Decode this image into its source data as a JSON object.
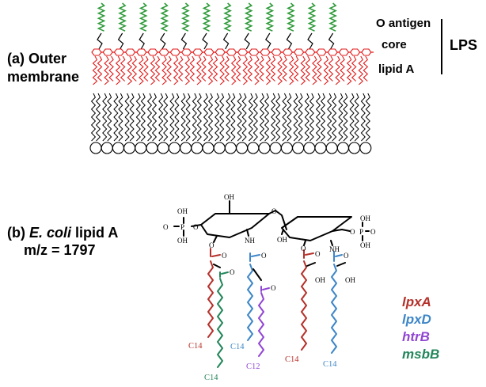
{
  "panel_a": {
    "label_line1": "(a) Outer",
    "label_line2": "membrane",
    "layers": {
      "o_antigen": "O antigen",
      "core": "core",
      "lipid_a": "lipid A"
    },
    "group_label": "LPS"
  },
  "panel_b": {
    "label_prefix": "(b) ",
    "label_species": "E. coli",
    "label_suffix": " lipid A",
    "mz": "m/z = 1797",
    "atoms": {
      "oh": "OH",
      "o": "O",
      "p": "P",
      "nh": "NH"
    },
    "chain_labels": [
      "C14",
      "C14",
      "C14",
      "C12",
      "C14",
      "C14"
    ]
  },
  "legend": [
    {
      "gene": "lpxA",
      "color": "#b5302a"
    },
    {
      "gene": "lpxD",
      "color": "#3d86c8"
    },
    {
      "gene": "htrB",
      "color": "#9146d3"
    },
    {
      "gene": "msbB",
      "color": "#23865a"
    }
  ],
  "colors": {
    "o_antigen": "#2f9b3a",
    "lipid_a": "#e31818",
    "membrane": "#000000"
  }
}
